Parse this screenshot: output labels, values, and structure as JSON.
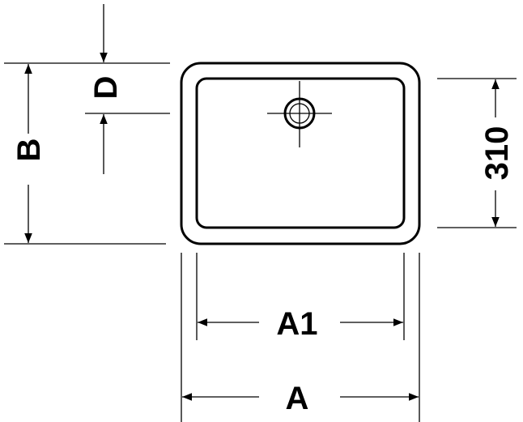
{
  "drawing": {
    "labels": {
      "width_outer": "A",
      "width_inner": "A1",
      "depth_outer": "B",
      "drain_offset": "D",
      "depth_inner": "310"
    },
    "colors": {
      "line": "#000000",
      "background": "#ffffff"
    }
  }
}
